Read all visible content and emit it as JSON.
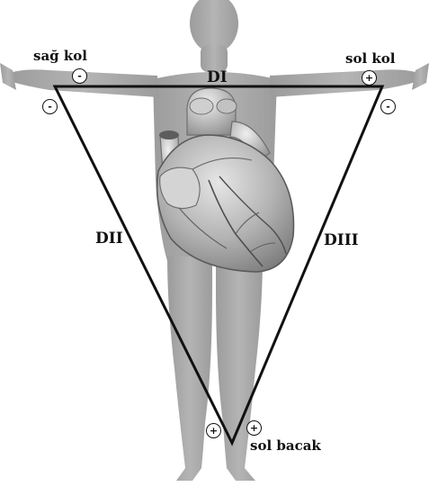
{
  "leads": {
    "d1": "DI",
    "d2": "DII",
    "d3": "DIII"
  },
  "limbs": {
    "right_arm": "sağ kol",
    "left_arm": "sol kol",
    "left_leg": "sol bacak"
  },
  "electrodes": {
    "right_arm_top": "-",
    "right_arm_bottom": "-",
    "left_arm_top": "+",
    "left_arm_bottom": "-",
    "left_leg_left": "+",
    "left_leg_right": "+"
  },
  "colors": {
    "body_silhouette": "#a9a9a9",
    "heart_base": "#b9b9b9",
    "triangle_line": "#111111",
    "label_text": "#111111"
  },
  "icons": {
    "body": "human-body-silhouette",
    "heart": "anatomical-heart"
  }
}
